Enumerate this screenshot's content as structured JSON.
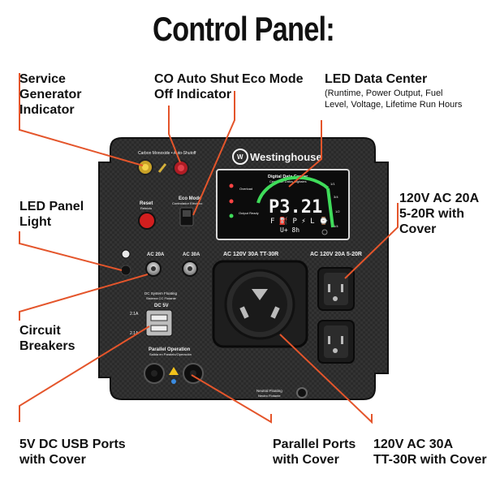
{
  "title": "Control Panel:",
  "callouts": {
    "service_generator": [
      "Service",
      "Generator",
      "Indicator"
    ],
    "co_shutoff": [
      "CO Auto Shut",
      "Off Indicator"
    ],
    "eco_mode": "Eco Mode",
    "led_data_center": "LED Data Center",
    "led_data_center_detail": [
      "(Runtime, Power Output, Fuel",
      "Level, Voltage, Lifetime Run Hours"
    ],
    "led_panel_light": [
      "LED Panel",
      "Light"
    ],
    "ac20a_outlet": [
      "120V AC 20A",
      "5-20R with",
      "Cover"
    ],
    "circuit_breakers": [
      "Circuit",
      "Breakers"
    ],
    "usb_ports": [
      "5V DC USB Ports",
      "with Cover"
    ],
    "parallel_ports": [
      "Parallel Ports",
      "with Cover"
    ],
    "ac30a_outlet": [
      "120V AC 30A",
      "TT-30R with Cover"
    ]
  },
  "panel": {
    "brand": "Westinghouse",
    "co_label": "Carbon Monoxide • Auto-Shutoff",
    "reset_label": "Reset",
    "reset_sub": "Reinicio",
    "eco_label": "Eco Mode",
    "eco_sub": "Controlador Eléctrico",
    "breaker_20a": "AC 20A",
    "breaker_30a": "AC 30A",
    "system_floating": "DC System Floating",
    "system_floating_sub": "Sistema CC Flotante",
    "dc_label": "DC 5V",
    "usb_top": "2.1A",
    "usb_bottom": "2.1A",
    "parallel_label": "Parallel Operation",
    "parallel_sub": "Salida en Paralelo/Operación",
    "outlet_30a_label": "AC 120V 30A TT-30R",
    "outlet_20a_label": "AC 120V 20A 5-20R",
    "neutral_label": "Neutral Floating",
    "neutral_sub": "Neutro Flotante",
    "data_center_label": "Digital Data Center",
    "data_center_sub": "Centro de Datos Digitales",
    "overload_label": "Overload",
    "output_ready_label": "Output Ready",
    "lcd_main": "P3.21",
    "lcd_units": "F ⛽ P ⚡ L ⌚",
    "lcd_volt": "U+  8h",
    "gauge_ticks": [
      "1/2",
      "3/4",
      "1/1",
      "1/4"
    ]
  },
  "colors": {
    "accent_orange": "#e4552b",
    "panel_bg": "#2b2b2b",
    "lcd_green": "#3fdc5a"
  }
}
